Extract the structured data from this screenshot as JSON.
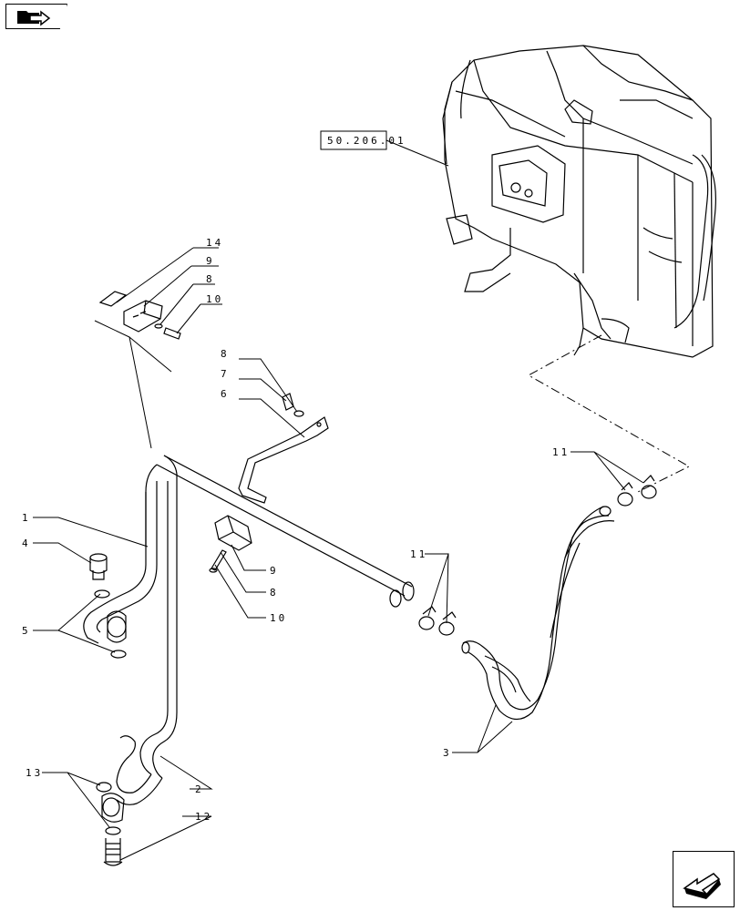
{
  "reference": "50.206.01",
  "callouts": {
    "c1": "1",
    "c2": "2",
    "c3": "3",
    "c4": "4",
    "c5": "5",
    "c6": "6",
    "c7": "7",
    "c8a": "8",
    "c8b": "8",
    "c8c": "8",
    "c9a": "9",
    "c9b": "9",
    "c10a": "10",
    "c10b": "10",
    "c11a": "11",
    "c11b": "11",
    "c12": "12",
    "c13": "13",
    "c14": "14"
  },
  "icons": {
    "top_nav": "folder-arrow-icon",
    "bottom_nav": "next-page-arrow-icon"
  }
}
